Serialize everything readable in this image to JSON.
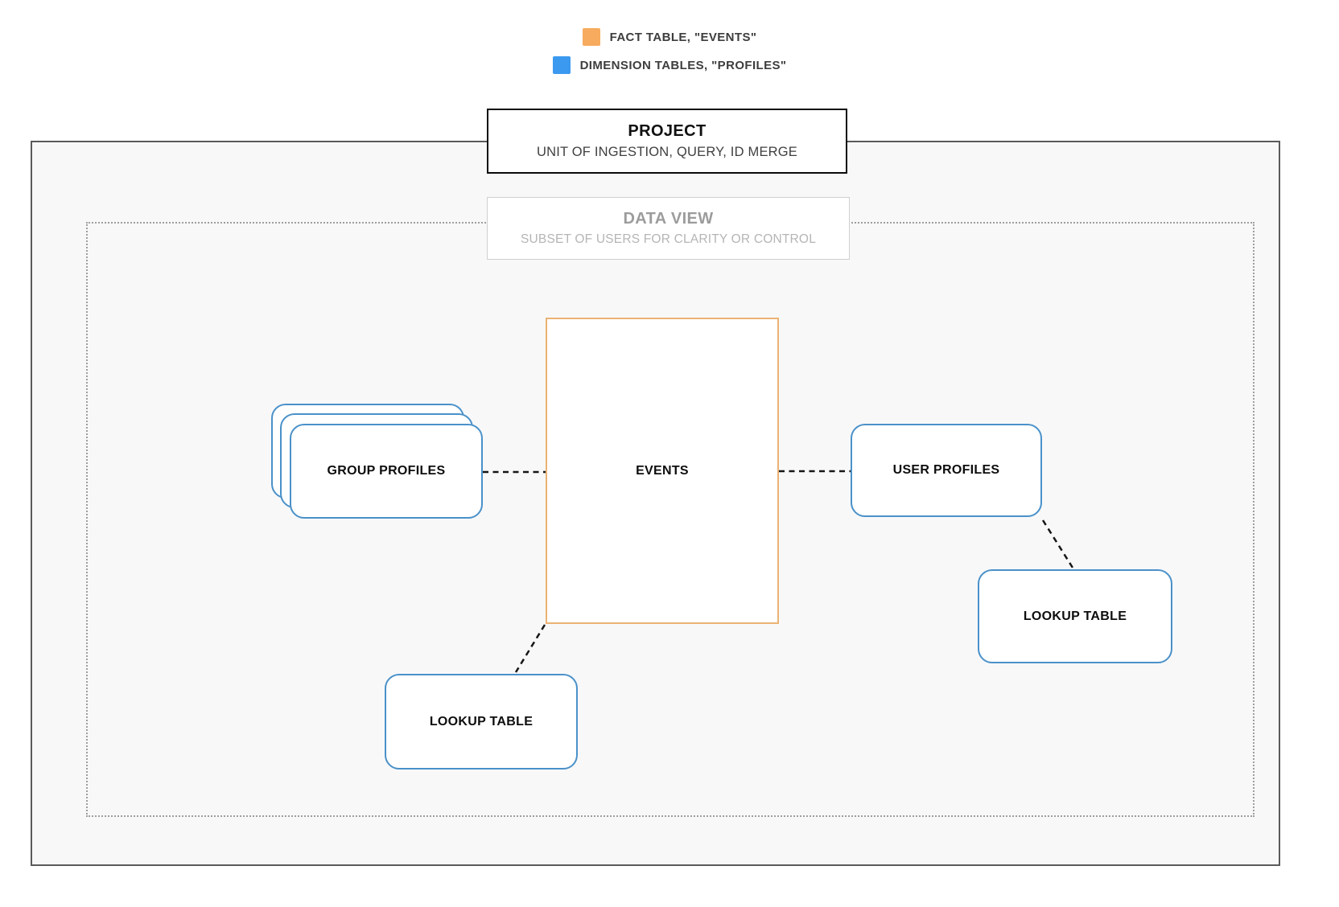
{
  "colors": {
    "fact_table_orange": "#F7AB5E",
    "fact_table_border_orange": "#EBB273",
    "dimension_blue": "#3B99F0",
    "dimension_border_blue": "#4A91C9",
    "project_border_gray": "#5A5A5A",
    "dotted_border_gray": "#9E9E9E",
    "canvas_background": "#F8F8F9",
    "connector_black": "#161616"
  },
  "legend": {
    "items": [
      {
        "icon": "orange-square-swatch",
        "color": "#F7AB5E",
        "label": "FACT TABLE, \"EVENTS\""
      },
      {
        "icon": "blue-square-swatch",
        "color": "#3B99F0",
        "label": "DIMENSION TABLES, \"PROFILES\""
      }
    ]
  },
  "boundaries": {
    "project": {
      "title": "PROJECT",
      "subtitle": "UNIT OF INGESTION, QUERY, ID MERGE"
    },
    "data_view": {
      "title": "DATA VIEW",
      "subtitle": "SUBSET OF USERS FOR CLARITY OR CONTROL"
    }
  },
  "nodes": {
    "events": {
      "label": "EVENTS",
      "kind": "fact-table"
    },
    "group_profiles": {
      "label": "GROUP PROFILES",
      "kind": "dimension-table-stack"
    },
    "user_profiles": {
      "label": "USER PROFILES",
      "kind": "dimension-table"
    },
    "lookup_table_right": {
      "label": "LOOKUP TABLE",
      "kind": "dimension-table"
    },
    "lookup_table_bottom": {
      "label": "LOOKUP TABLE",
      "kind": "dimension-table"
    }
  },
  "connections": [
    {
      "from": "group_profiles",
      "to": "events",
      "style": "dashed"
    },
    {
      "from": "events",
      "to": "user_profiles",
      "style": "dashed"
    },
    {
      "from": "user_profiles",
      "to": "lookup_table_right",
      "style": "dashed"
    },
    {
      "from": "events",
      "to": "lookup_table_bottom",
      "style": "dashed"
    }
  ]
}
